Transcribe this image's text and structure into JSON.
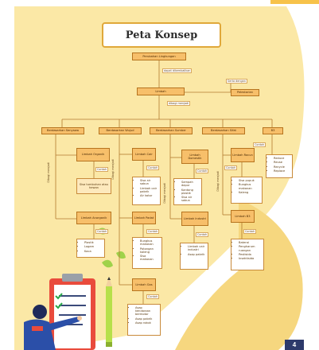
{
  "title": "Peta Konsep",
  "page_number": "4",
  "diagram": {
    "root": "Perubahan Lingkungan",
    "root_link": "dapat dikembalikan",
    "side_box": "Pelestarian",
    "side_link": "Serta dengan",
    "main": "Limbah",
    "branch_link": "dibagi menjadi",
    "categories": [
      "Berdasarkan Senyawa",
      "Berdasarkan Wujud",
      "Berdasarkan Sumber",
      "Berdasarkan Sifat",
      "B3"
    ],
    "vertical_labels": [
      "Dibagi menjadi",
      "Dibagi menjadi",
      "Dibagi menjadi",
      "Dibagi menjadi"
    ],
    "col1": {
      "top": "Limbah Organik",
      "link": "Contoh",
      "mid": "Sisa tumbuhan atau hewan",
      "bottom": "Limbah Anorganik",
      "link2": "Contoh",
      "items": [
        "Plastik",
        "Logam",
        "Kaca"
      ]
    },
    "col2": {
      "top": "Limbah Cair",
      "link": "Contoh",
      "items1": [
        "Sisa air sabun",
        "Limbah cair pabrik",
        "Air kotor"
      ],
      "mid": "Limbah Padat",
      "link2": "Contoh",
      "items2": [
        "Bungkus makanan",
        "Potongan kaleng",
        "Sisa makanan"
      ],
      "bottom": "Limbah Gas",
      "link3": "Contoh",
      "items3": [
        "Asap kendaraan bermotor",
        "Asap pabrik",
        "Asap rokok"
      ]
    },
    "col3": {
      "top": "Limbah Domestik",
      "link": "Contoh",
      "items1": [
        "Sampah dapur",
        "Kantong plastik",
        "Sisa air sabun"
      ],
      "bottom": "Limbah Industri",
      "link2": "Contoh",
      "items2": [
        "Limbah cair industri",
        "Asap pabrik"
      ]
    },
    "col4": {
      "top": "Limbah Racun",
      "link": "Contoh",
      "items1": [
        "Sisa pupuk",
        "Bungkus makanan",
        "Kaleng"
      ],
      "bottom": "Limbah B3",
      "link2": "Contoh",
      "items2": [
        "Baterai",
        "Pengharum ruangan",
        "Pestisida",
        "Insektisida"
      ]
    },
    "col5": {
      "link": "Contoh",
      "items": [
        "Reduce",
        "Reuse",
        "Recycle",
        "Replace"
      ]
    }
  },
  "colors": {
    "accent": "#f7bf6a",
    "border": "#c88a3a",
    "title_bg": "#ffffff",
    "page_badge": "#2d3a6b"
  }
}
